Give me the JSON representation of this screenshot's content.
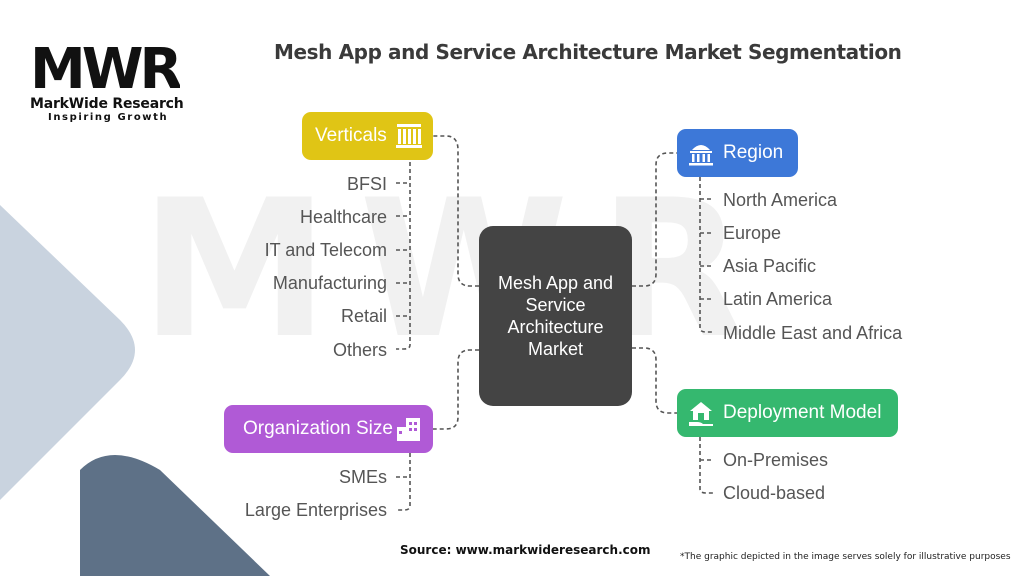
{
  "brand": {
    "logo_text": "MWR",
    "name": "MarkWide Research",
    "tagline": "Inspiring Growth"
  },
  "title": "Mesh App and Service Architecture Market Segmentation",
  "center": {
    "label": "Mesh App and Service Architecture Market"
  },
  "segments": {
    "verticals": {
      "label": "Verticals",
      "icon": "columns-building-icon",
      "color": "#e0c515",
      "items": [
        "BFSI",
        "Healthcare",
        "IT and Telecom",
        "Manufacturing",
        "Retail",
        "Others"
      ]
    },
    "organization_size": {
      "label": "Organization Size",
      "icon": "buildings-icon",
      "color": "#b05ad6",
      "items": [
        "SMEs",
        "Large Enterprises"
      ]
    },
    "region": {
      "label": "Region",
      "icon": "landmark-dome-icon",
      "color": "#3d78d8",
      "items": [
        "North America",
        "Europe",
        "Asia Pacific",
        "Latin America",
        "Middle East and Africa"
      ]
    },
    "deployment_model": {
      "label": "Deployment Model",
      "icon": "house-hand-icon",
      "color": "#35b86f",
      "items": [
        "On-Premises",
        "Cloud-based"
      ]
    }
  },
  "footer": {
    "source": "Source: www.markwideresearch.com",
    "disclaimer": "*The graphic depicted in the image serves solely for illustrative purposes"
  }
}
